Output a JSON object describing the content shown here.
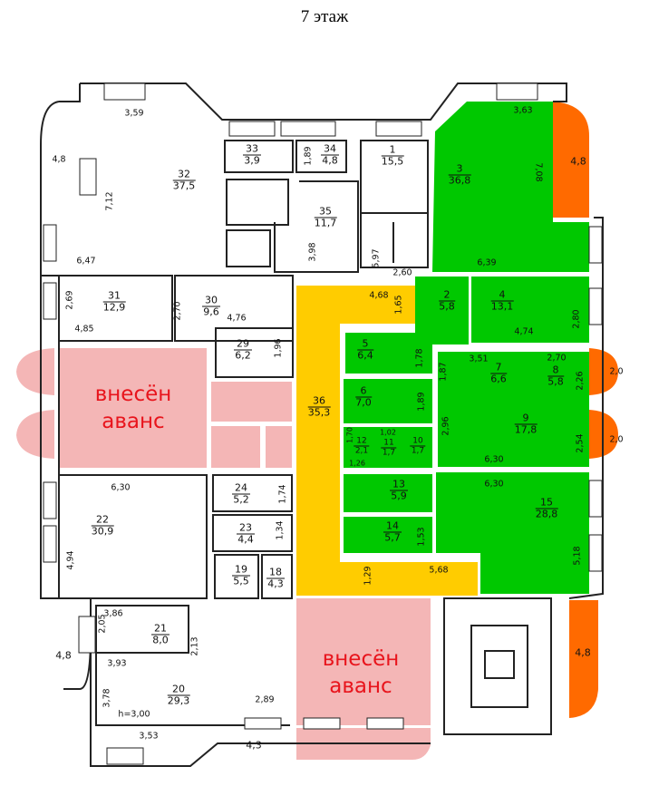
{
  "title": "7 этаж",
  "colors": {
    "sold": "#00c800",
    "corridor": "#ffcc00",
    "balcony": "#ff6a00",
    "advance": "#f4b6b6",
    "advance_text": "#e8141c"
  },
  "advance_label": [
    "внесён",
    "аванс"
  ],
  "rooms": {
    "r1": {
      "num": "1",
      "area": "15,5"
    },
    "r2": {
      "num": "2",
      "area": "5,8"
    },
    "r3": {
      "num": "3",
      "area": "36,8"
    },
    "r4": {
      "num": "4",
      "area": "13,1"
    },
    "r5": {
      "num": "5",
      "area": "6,4"
    },
    "r6": {
      "num": "6",
      "area": "7,0"
    },
    "r7": {
      "num": "7",
      "area": "6,6"
    },
    "r8": {
      "num": "8",
      "area": "5,8"
    },
    "r9": {
      "num": "9",
      "area": "17,8"
    },
    "r10": {
      "num": "10",
      "area": "1,7"
    },
    "r11": {
      "num": "11",
      "area": "1,7"
    },
    "r12": {
      "num": "12",
      "area": "2,1"
    },
    "r13": {
      "num": "13",
      "area": "5,9"
    },
    "r14": {
      "num": "14",
      "area": "5,7"
    },
    "r15": {
      "num": "15",
      "area": "28,8"
    },
    "r18": {
      "num": "18",
      "area": "4,3"
    },
    "r19": {
      "num": "19",
      "area": "5,5"
    },
    "r20": {
      "num": "20",
      "area": "29,3"
    },
    "r21": {
      "num": "21",
      "area": "8,0"
    },
    "r22": {
      "num": "22",
      "area": "30,9"
    },
    "r23": {
      "num": "23",
      "area": "4,4"
    },
    "r24": {
      "num": "24",
      "area": "5,2"
    },
    "r29": {
      "num": "29",
      "area": "6,2"
    },
    "r30": {
      "num": "30",
      "area": "9,6"
    },
    "r31": {
      "num": "31",
      "area": "12,9"
    },
    "r32": {
      "num": "32",
      "area": "37,5"
    },
    "r33": {
      "num": "33",
      "area": "3,9"
    },
    "r34": {
      "num": "34",
      "area": "4,8"
    },
    "r35": {
      "num": "35",
      "area": "11,7"
    },
    "r36": {
      "num": "36",
      "area": "35,3"
    }
  },
  "dims": [
    "3,59",
    "4,8",
    "7,12",
    "6,47",
    "2,69",
    "4,85",
    "2,70",
    "4,76",
    "1,89",
    "3,98",
    "1,96",
    "3,63",
    "7,08",
    "4,8",
    "5,97",
    "2,60",
    "6,39",
    "4,68",
    "1,65",
    "2,80",
    "4,74",
    "1,78",
    "1,87",
    "3,51",
    "2,70",
    "2,26",
    "2,0",
    "2,0",
    "1,89",
    "2,96",
    "2,54",
    "6,30",
    "6,30",
    "1,74",
    "1,34",
    "1,53",
    "5,18",
    "1,29",
    "5,68",
    "6,30",
    "4,94",
    "3,86",
    "2,05",
    "2,13",
    "3,93",
    "4,8",
    "3,78",
    "h=3,00",
    "2,89",
    "3,53",
    "4,3",
    "4,8",
    "1,70",
    "1,02",
    "1,26"
  ]
}
